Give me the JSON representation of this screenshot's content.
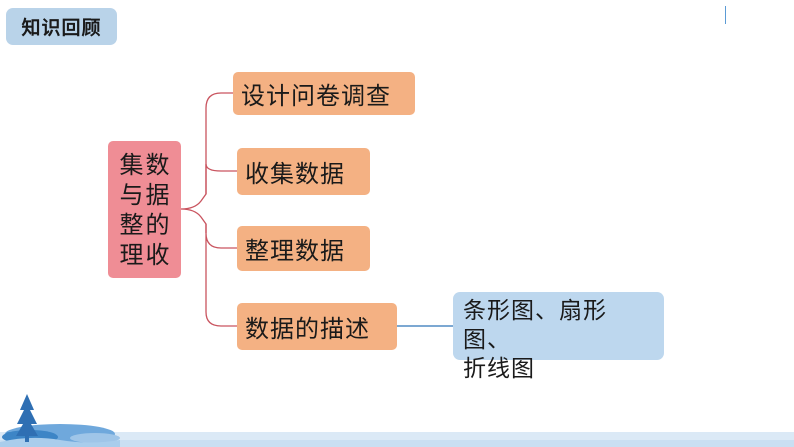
{
  "header": {
    "title": "知识回顾"
  },
  "mindmap": {
    "root": {
      "columns": [
        "数据的收",
        "集与整理"
      ]
    },
    "branches": [
      {
        "label": "设计问卷调查"
      },
      {
        "label": "收集数据"
      },
      {
        "label": "整理数据"
      },
      {
        "label": "数据的描述"
      }
    ],
    "leaf": {
      "lines": [
        "条形图、扇形图、",
        "折线图"
      ]
    }
  },
  "colors": {
    "root": "#ef8d95",
    "branch": "#f4b183",
    "leaf": "#bdd7ee",
    "header": "#b9d3e9",
    "brace": "#c9545f",
    "link": "#2e75b6"
  }
}
